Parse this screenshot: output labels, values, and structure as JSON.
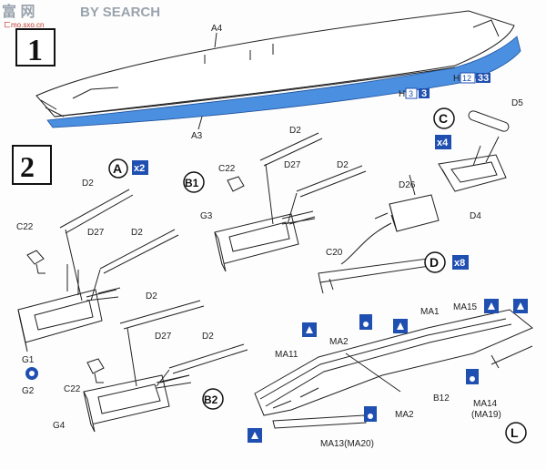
{
  "watermark": {
    "chars": "富 网",
    "text": "BY SEARCH",
    "sub": "ㄈmo.sxo.cn"
  },
  "steps": {
    "s1": "1",
    "s2": "2"
  },
  "labels": {
    "A4": "A4",
    "A3": "A3",
    "H1": "H",
    "H1_num": "12",
    "H1_num2": "33",
    "H2": "H",
    "H2_num": "3",
    "H2_num2": "3",
    "A_circle": "A",
    "A_qty": "x2",
    "C_circle": "C",
    "C_qty": "x4",
    "D5": "D5",
    "D4": "D4",
    "D2_a": "D2",
    "C22_a": "C22",
    "D27_a": "D27",
    "D2_b": "D2",
    "G1": "G1",
    "G2": "G2",
    "B1": "B1",
    "C22_b": "C22",
    "D2_c": "D2",
    "D27_b": "D27",
    "D2_d": "D2",
    "G3": "G3",
    "D26": "D26",
    "C20": "C20",
    "D_circle": "D",
    "D_qty": "x8",
    "D2_e": "D2",
    "D27_c": "D27",
    "D2_f": "D2",
    "C22_c": "C22",
    "B2": "B2",
    "G4": "G4",
    "MA1": "MA1",
    "MA15": "MA15",
    "MA2_a": "MA2",
    "MA11": "MA11",
    "MA2_b": "MA2",
    "B12": "B12",
    "MA14": "MA14",
    "MA19": "(MA19)",
    "MA13": "MA13(MA20)",
    "L_circle": "L"
  },
  "colors": {
    "hull_blue": "#4a8fe0",
    "badge_blue": "#1f4fb0",
    "line": "#222222"
  }
}
